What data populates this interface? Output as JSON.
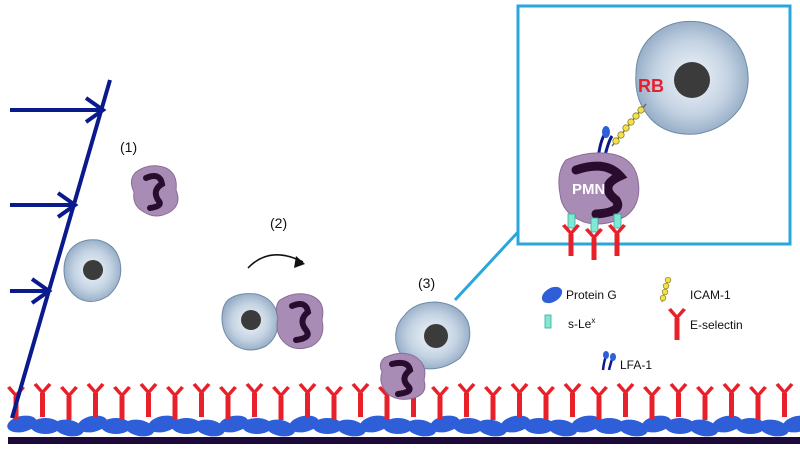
{
  "steps": [
    "(1)",
    "(2)",
    "(3)"
  ],
  "inset": {
    "rb_label": "RB",
    "pmn_label": "PMN"
  },
  "legend": {
    "protein_g": "Protein G",
    "icam1": "ICAM-1",
    "sle": "s-Le",
    "sle_sup": "x",
    "eselectin": "E-selectin",
    "lfa1": "LFA-1"
  },
  "colors": {
    "flow_arrow": "#0a1a8c",
    "inset_border": "#29a7dc",
    "selectin": "#e8202a",
    "protein_g": "#2f5fd8",
    "icam": "#f2e24a",
    "sle": "#7fe8d6",
    "pmn_body": "#a98cb6",
    "pmn_nucleus": "#2a0c2e",
    "rb_body": "#c9d6e3",
    "rb_nucleus": "#3b3b3b",
    "floor": "#1d0a3a"
  }
}
